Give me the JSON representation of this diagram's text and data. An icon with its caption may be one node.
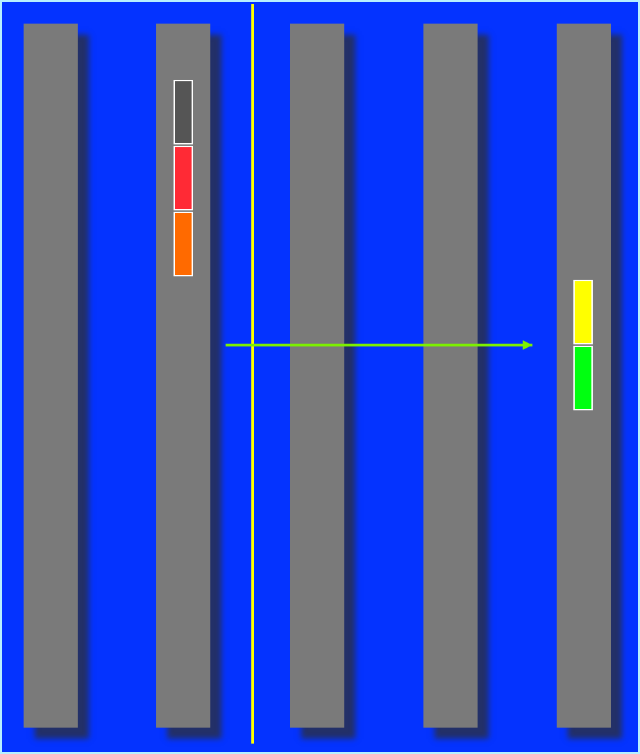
{
  "diagram": {
    "nodes": [
      {
        "text": [],
        "shape": "bar"
      },
      {
        "text": [],
        "shape": "bar"
      },
      {
        "text": [],
        "shape": "box",
        "in": 1
      },
      {
        "text": [],
        "shape": "box",
        "in": 1
      },
      {
        "text": [],
        "shape": "box",
        "in": 1
      },
      {
        "text": [],
        "shape": "bar"
      },
      {
        "text": [],
        "shape": "bar"
      },
      {
        "text": [],
        "shape": "bar"
      },
      {
        "text": [],
        "shape": "box",
        "in": 7
      },
      {
        "text": [],
        "shape": "box",
        "in": 7
      }
    ]
  }
}
